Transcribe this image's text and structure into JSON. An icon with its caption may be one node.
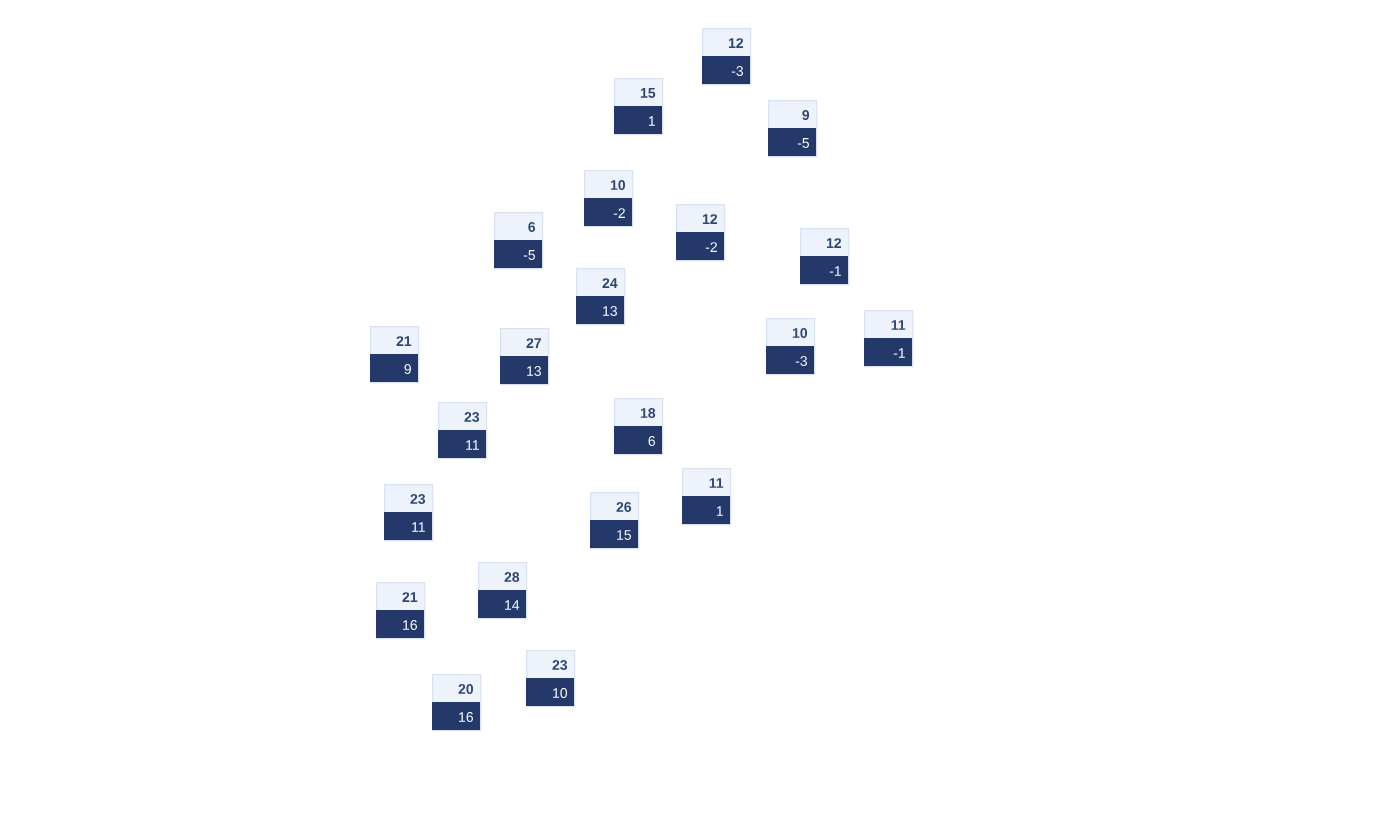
{
  "diagram": {
    "nodes": [
      {
        "text": [
          "12",
          "-3"
        ]
      },
      {
        "text": [
          "15",
          "1"
        ]
      },
      {
        "text": [
          "9",
          "-5"
        ]
      },
      {
        "text": [
          "10",
          "-2"
        ]
      },
      {
        "text": [
          "12",
          "-2"
        ]
      },
      {
        "text": [
          "6",
          "-5"
        ]
      },
      {
        "text": [
          "12",
          "-1"
        ]
      },
      {
        "text": [
          "24",
          "13"
        ]
      },
      {
        "text": [
          "11",
          "-1"
        ]
      },
      {
        "text": [
          "10",
          "-3"
        ]
      },
      {
        "text": [
          "21",
          "9"
        ]
      },
      {
        "text": [
          "27",
          "13"
        ]
      },
      {
        "text": [
          "18",
          "6"
        ]
      },
      {
        "text": [
          "23",
          "11"
        ]
      },
      {
        "text": [
          "11",
          "1"
        ]
      },
      {
        "text": [
          "23",
          "11"
        ]
      },
      {
        "text": [
          "26",
          "15"
        ]
      },
      {
        "text": [
          "28",
          "14"
        ]
      },
      {
        "text": [
          "21",
          "16"
        ]
      },
      {
        "text": [
          "23",
          "10"
        ]
      },
      {
        "text": [
          "20",
          "16"
        ]
      }
    ]
  }
}
